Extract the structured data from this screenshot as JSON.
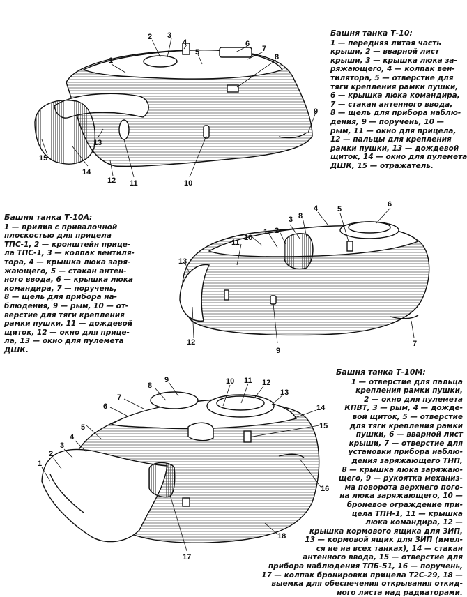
{
  "figures": [
    {
      "id": "t10",
      "caption_title": "Башня танка Т-10:",
      "caption_lines": [
        "1 — передняя литая часть",
        "крыши, 2 — вварной лист",
        "крыши, 3 — крышка люка за-",
        "ряжающего, 4 — колпак вен-",
        "тилятора, 5 — отверстие для",
        "тяги крепления рамки пушки,",
        "6 — крышка люка командира,",
        "7 — стакан антенного ввода,",
        "8 — щель для прибора наблю-",
        "дения, 9 — поручень, 10 —",
        "рым, 11 — окно для прицела,",
        "12 — пальцы для крепления",
        "рамки пушки, 13 — дождевой",
        "щиток, 14 — окно для пулемета",
        "ДШК, 15 — отражатель."
      ],
      "labels": [
        "1",
        "2",
        "3",
        "4",
        "5",
        "6",
        "7",
        "8",
        "9",
        "10",
        "11",
        "12",
        "13",
        "14",
        "15"
      ]
    },
    {
      "id": "t10a",
      "caption_title": "Башня танка Т-10А:",
      "caption_lines": [
        "1 — прилив с привалочной",
        "плоскостью для прицела",
        "ТПС-1, 2 — кронштейн прице-",
        "ла ТПС-1, 3 — колпак вентиля-",
        "тора, 4 — крышка люка заря-",
        "жающего, 5 — стакан антен-",
        "ного ввода, 6 — крышка люка",
        "командира, 7 — поручень,",
        "8 — щель для прибора на-",
        "блюдения, 9 — рым, 10 — от-",
        "верстие для тяги крепления",
        "рамки пушки, 11 — дождевой",
        "щиток, 12 — окно для прице-",
        "ла, 13 — окно для пулемета",
        "ДШК."
      ],
      "labels": [
        "1",
        "2",
        "3",
        "4",
        "5",
        "6",
        "7",
        "8",
        "9",
        "10",
        "11",
        "12",
        "13"
      ]
    },
    {
      "id": "t10m",
      "caption_title": "Башня танка Т-10М:",
      "caption_lines": [
        "1 — отверстие для пальца",
        "крепления рамки пушки,",
        "2 — окно для пулемета",
        "КПВТ, 3 — рым, 4 — дожде-",
        "вой щиток, 5 — отверстие",
        "для тяги крепления рамки",
        "пушки, 6 — вварной лист",
        "крыши, 7 — отверстие для",
        "установки прибора наблю-",
        "дения заряжающего ТНП,",
        "8 — крышка люка заряжаю-",
        "щего, 9 — рукоятка механиз-",
        "ма поворота верхнего пого-",
        "на люка заряжающего, 10 —",
        "броневое ограждение при-",
        "цела ТПН-1, 11 — крышка",
        "люка командира, 12 —",
        "крышка кормового ящика для ЗИП,",
        "13 — кормовой ящик для ЗИП (имел-",
        "ся не на всех танках), 14 — стакан",
        "антенного ввода, 15 — отверстие для",
        "прибора наблюдения ТПБ-51, 16 — поручень,",
        "17 — колпак бронировки прицела Т2С-29, 18 —",
        "выемка для обеспечения открывания откид-",
        "ного листа над радиаторами."
      ],
      "labels": [
        "1",
        "2",
        "3",
        "4",
        "5",
        "6",
        "7",
        "8",
        "9",
        "10",
        "11",
        "12",
        "13",
        "14",
        "15",
        "16",
        "17",
        "18"
      ]
    }
  ]
}
